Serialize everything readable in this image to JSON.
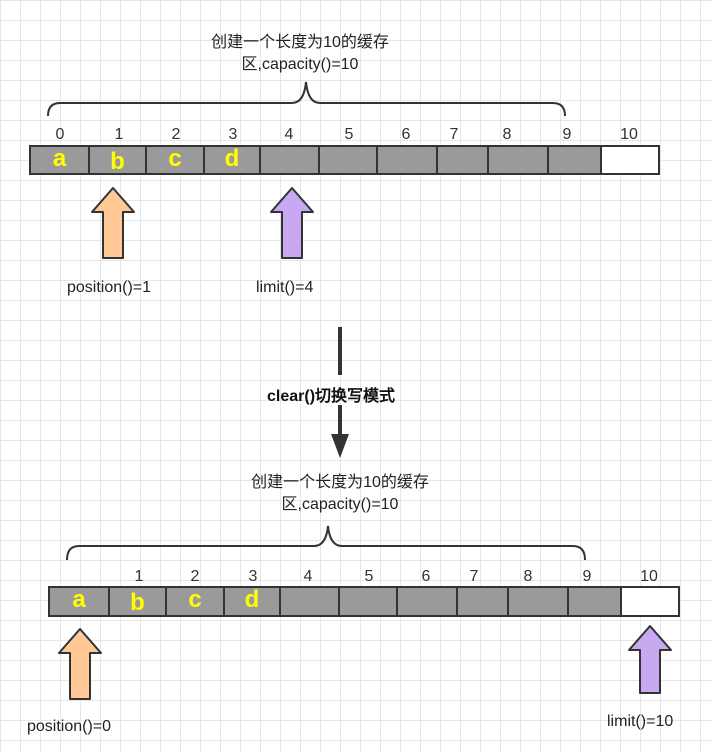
{
  "top": {
    "caption_line1": "创建一个长度为10的缓存",
    "caption_line2": "区,capacity()=10",
    "indices": [
      "0",
      "1",
      "2",
      "3",
      "4",
      "5",
      "6",
      "7",
      "8",
      "9",
      "10"
    ],
    "cells": [
      "a",
      "b",
      "c",
      "d",
      "",
      "",
      "",
      "",
      "",
      "",
      ""
    ],
    "position_label": "position()=1",
    "limit_label": "limit()=4"
  },
  "transition": {
    "label": "clear()切换写模式"
  },
  "bottom": {
    "caption_line1": "创建一个长度为10的缓存",
    "caption_line2": "区,capacity()=10",
    "indices": [
      "1",
      "2",
      "3",
      "4",
      "5",
      "6",
      "7",
      "8",
      "9",
      "10"
    ],
    "cells": [
      "a",
      "b",
      "c",
      "d",
      "",
      "",
      "",
      "",
      "",
      "",
      ""
    ],
    "position_label": "position()=0",
    "limit_label": "limit()=10"
  },
  "colors": {
    "filled_cell": "#9a9a9a",
    "empty_cell": "#ffffff",
    "letter": "#ffff00",
    "position_arrow": "#ffc896",
    "limit_arrow": "#c8a8f0",
    "outline": "#333333"
  }
}
